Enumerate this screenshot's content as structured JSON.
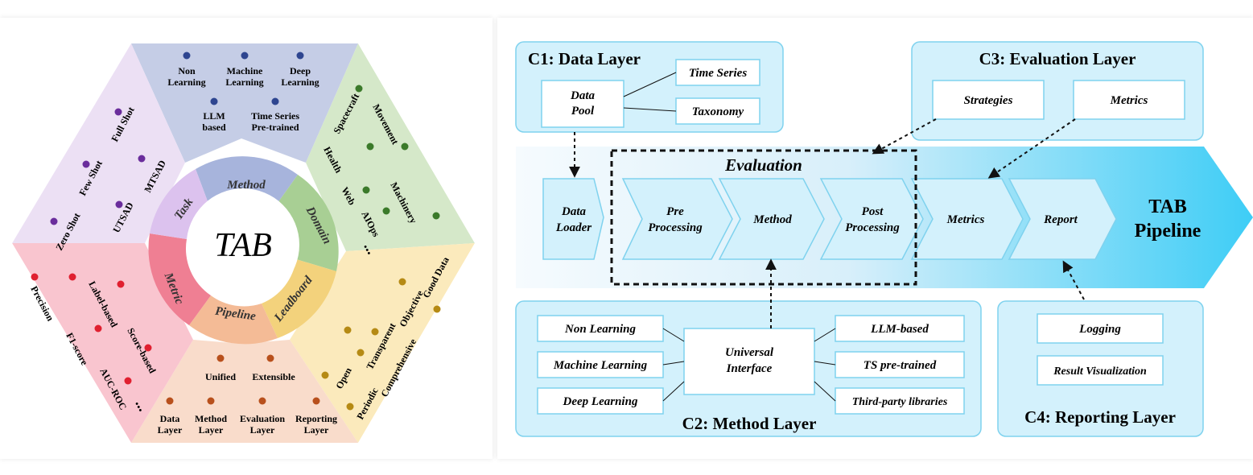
{
  "hexagon": {
    "center_label": "TAB",
    "method": {
      "title": "Method",
      "items": [
        "Non",
        "Learning",
        "Machine",
        "Learning",
        "Deep",
        "Learning",
        "LLM",
        "based",
        "Time Series",
        "Pre-trained"
      ],
      "color": "#c5cde6"
    },
    "domain": {
      "title": "Domain",
      "items": [
        "Spacecraft",
        "Movement",
        "Machinery",
        "Health",
        "Web",
        "AIOps",
        "..."
      ],
      "color": "#d5e8c9"
    },
    "leadboard": {
      "title": "Leadboard",
      "items": [
        "Good Data",
        "Objective",
        "Transparent",
        "Open",
        "Comprehensive",
        "Periodic"
      ],
      "color": "#fbeabc"
    },
    "pipeline": {
      "title": "Pipeline",
      "items": [
        "Unified",
        "Extensible",
        "Data",
        "Layer",
        "Method",
        "Layer",
        "Evaluation",
        "Layer",
        "Reporting",
        "Layer"
      ],
      "color": "#f9dccb"
    },
    "metric": {
      "title": "Metric",
      "items": [
        "Precision",
        "Label-based",
        "F1-score",
        "Score-based",
        "AUC-ROC",
        "..."
      ],
      "color": "#f9c5cf"
    },
    "task": {
      "title": "Task",
      "items": [
        "Full Shot",
        "Few Shot",
        "MTSAD",
        "Zero Shot",
        "UTSAD"
      ],
      "color": "#ece0f4"
    }
  },
  "pipeline": {
    "c1": {
      "title": "C1: Data Layer",
      "pool_l1": "Data",
      "pool_l2": "Pool",
      "time_series": "Time Series",
      "taxonomy": "Taxonomy"
    },
    "c3": {
      "title": "C3: Evaluation Layer",
      "strategies": "Strategies",
      "metrics": "Metrics"
    },
    "stages": {
      "evaluation_label": "Evaluation",
      "data_loader_l1": "Data",
      "data_loader_l2": "Loader",
      "pre_l1": "Pre",
      "pre_l2": "Processing",
      "method": "Method",
      "post_l1": "Post",
      "post_l2": "Processing",
      "metrics": "Metrics",
      "report": "Report",
      "tab_l1": "TAB",
      "tab_l2": "Pipeline"
    },
    "c2": {
      "title": "C2: Method Layer",
      "non_learning": "Non Learning",
      "machine_learning": "Machine Learning",
      "deep_learning": "Deep Learning",
      "ui_l1": "Universal",
      "ui_l2": "Interface",
      "llm_based": "LLM-based",
      "ts_pretrained": "TS pre-trained",
      "third_party": "Third-party libraries"
    },
    "c4": {
      "title": "C4: Reporting Layer",
      "logging": "Logging",
      "result_vis": "Result Visualization"
    }
  }
}
